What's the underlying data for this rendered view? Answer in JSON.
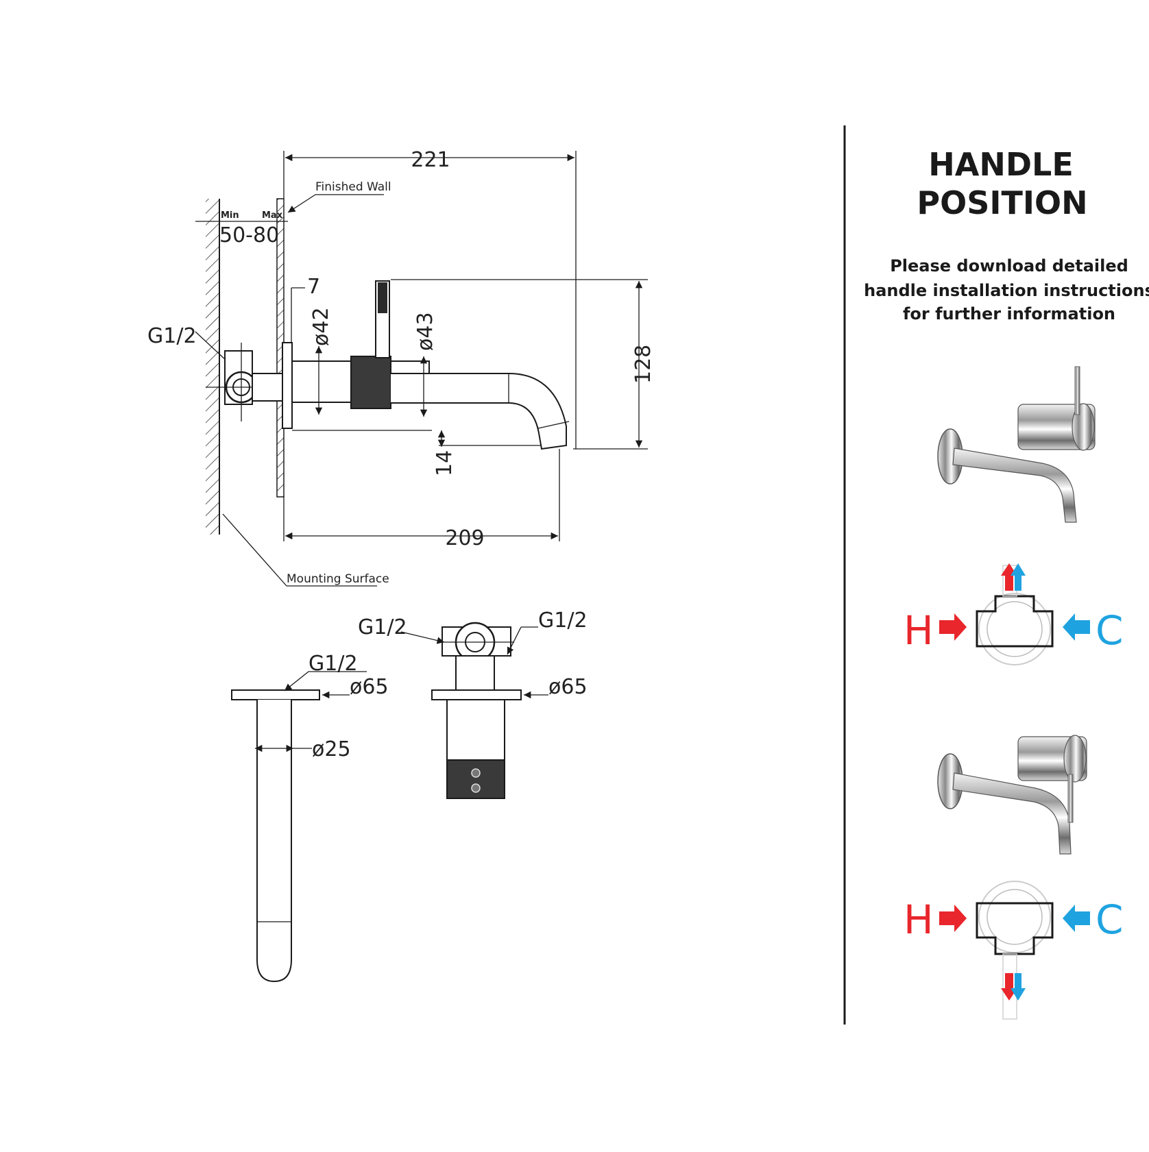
{
  "drawing": {
    "dims": {
      "overall_length": "221",
      "wall_depth": "50-80",
      "min_label": "Min",
      "max_label": "Max",
      "plate_gap": "7",
      "body_dia": "ø42",
      "handle_dia": "ø43",
      "height": "128",
      "spout_drop": "14",
      "spout_reach": "209",
      "inlet_side": "G1/2",
      "inlet_left": "G1/2",
      "inlet_right": "G1/2",
      "spout_inlet": "G1/2",
      "spout_plate_dia": "ø65",
      "mixer_plate_dia": "ø65",
      "spout_dia": "ø25"
    },
    "labels": {
      "finished_wall": "Finished Wall",
      "mounting_surface": "Mounting Surface"
    }
  },
  "panel": {
    "title_line1": "HANDLE",
    "title_line2": "POSITION",
    "info_line1": "Please download detailed",
    "info_line2": "handle installation instructions",
    "info_line3": "for further information",
    "hot_label": "H",
    "cold_label": "C",
    "hot_color": "#e8262b",
    "cold_color": "#1fa3e0"
  }
}
